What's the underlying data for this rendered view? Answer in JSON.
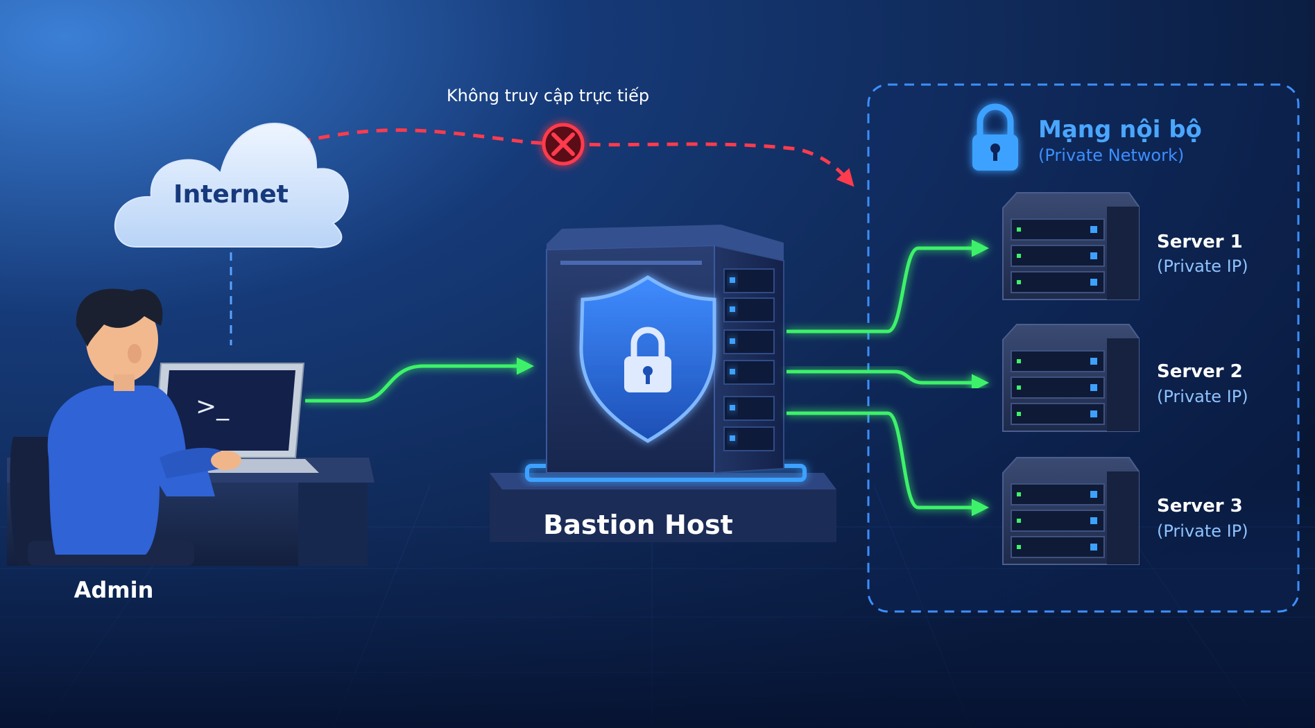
{
  "diagram": {
    "blocked_label": "Không truy cập trực tiếp",
    "internet": {
      "label": "Internet"
    },
    "admin": {
      "label": "Admin",
      "terminal_prompt": ">_"
    },
    "bastion": {
      "label": "Bastion Host"
    },
    "private_network": {
      "title": "Mạng nội bộ",
      "subtitle": "(Private Network)",
      "servers": [
        {
          "name": "Server 1",
          "ip": "(Private IP)"
        },
        {
          "name": "Server 2",
          "ip": "(Private IP)"
        },
        {
          "name": "Server 3",
          "ip": "(Private IP)"
        }
      ]
    }
  },
  "colors": {
    "background": "#0a1a3c",
    "allowed_path": "#3df26a",
    "blocked_path": "#ff3b4d",
    "accent_blue": "#3da2ff",
    "label_blue": "#8fc3ff"
  }
}
